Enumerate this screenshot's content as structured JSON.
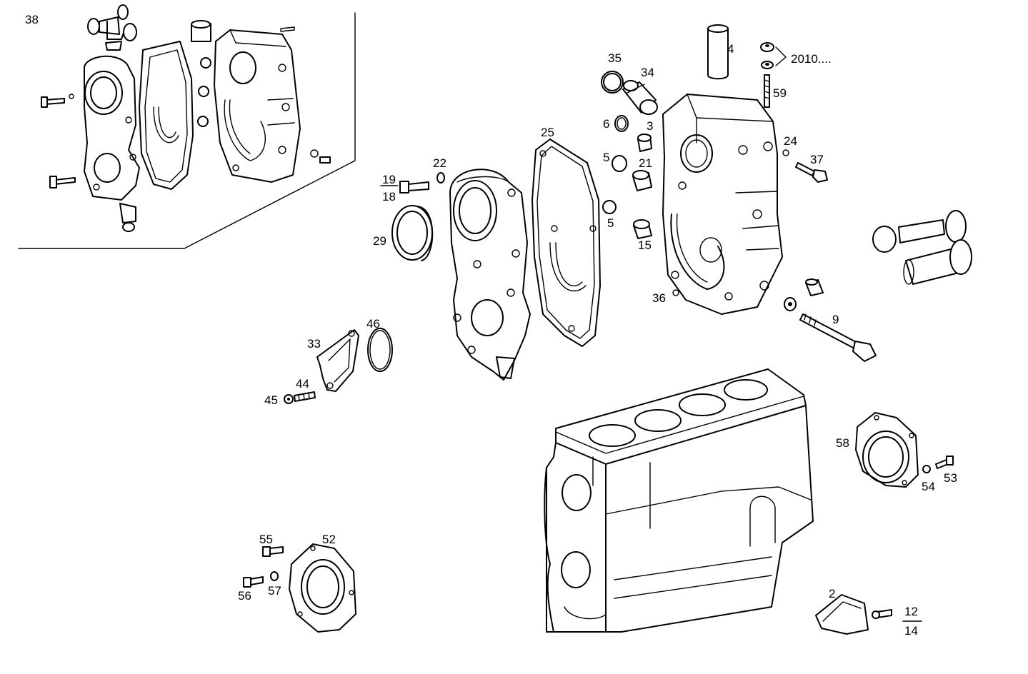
{
  "callouts": {
    "c38": "38",
    "c2010": "2010....",
    "c4": "4",
    "c35": "35",
    "c34": "34",
    "c59": "59",
    "c25": "25",
    "c6": "6",
    "c3": "3",
    "c24": "24",
    "c37": "37",
    "c22": "22",
    "c19": "19",
    "c18": "18",
    "c5a": "5",
    "c21": "21",
    "c5b": "5",
    "c15": "15",
    "c29": "29",
    "c36": "36",
    "c9": "9",
    "c46": "46",
    "c33": "33",
    "c44": "44",
    "c45": "45",
    "c58": "58",
    "c54": "54",
    "c53": "53",
    "c55": "55",
    "c52": "52",
    "c56": "56",
    "c57": "57",
    "c2": "2",
    "c12": "12",
    "c14": "14"
  }
}
